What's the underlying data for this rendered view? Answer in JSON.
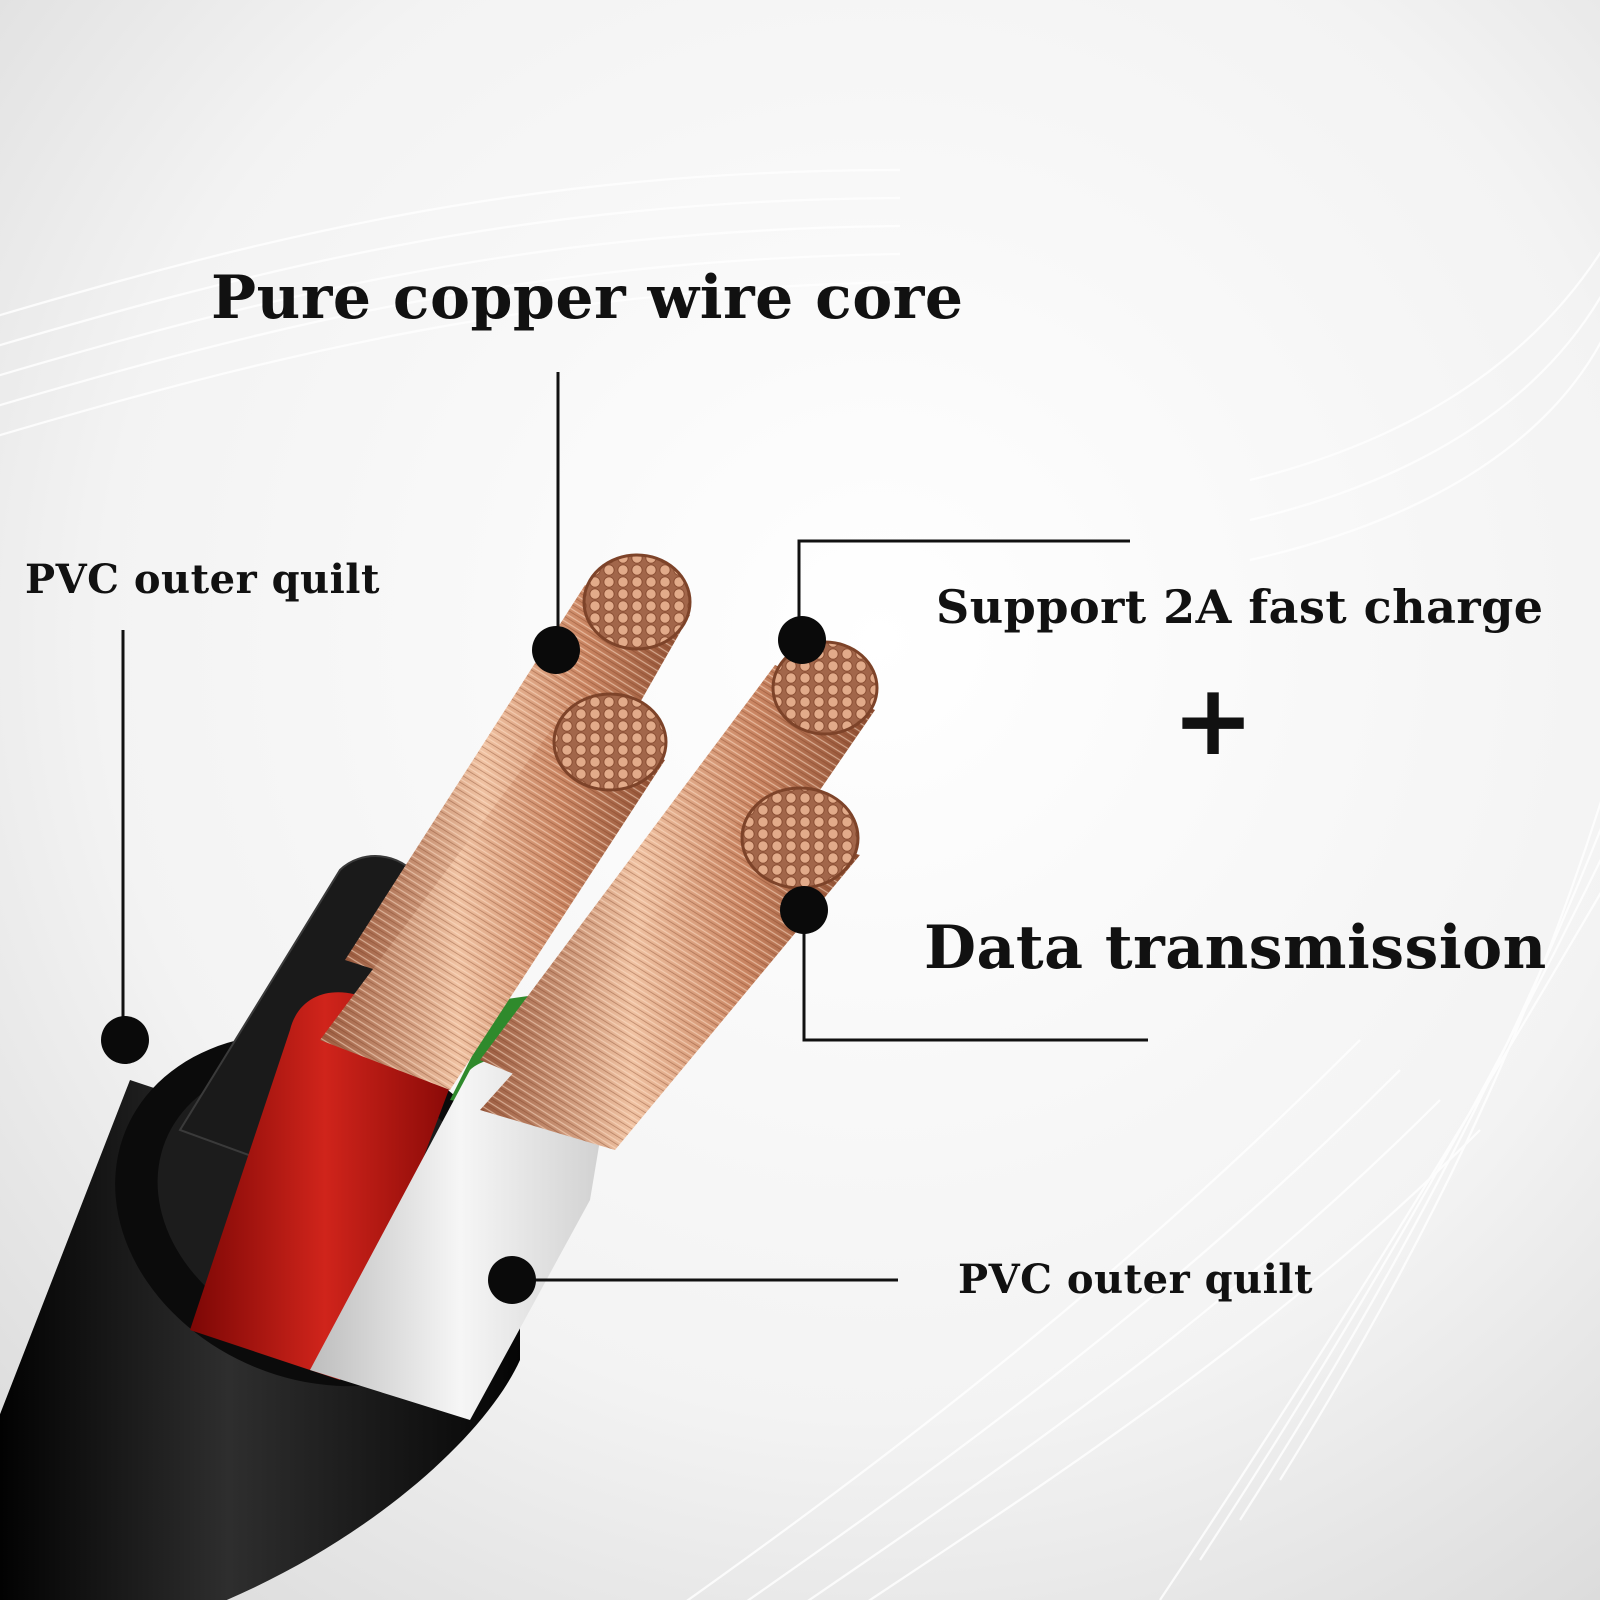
{
  "labels": {
    "title": "Pure copper wire core",
    "pvc_left": "PVC outer quilt",
    "fast_charge": "Support 2A fast charge",
    "plus": "+",
    "data_transmission": "Data transmission",
    "pvc_right": "PVC outer quilt"
  },
  "colors": {
    "background": "#f1f1f1",
    "jacket": "#0c0c0c",
    "copper": "#c98461",
    "red_insulation": "#b3120e",
    "white_insulation": "#e8e8e8",
    "green_insulation": "#2f8a2c",
    "leader_line": "#111111"
  }
}
